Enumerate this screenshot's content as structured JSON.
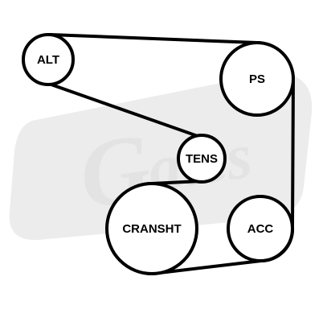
{
  "diagram": {
    "watermark": "Gates",
    "pulleys": {
      "alt": {
        "label": "ALT"
      },
      "ps": {
        "label": "PS"
      },
      "tens": {
        "label": "TENS"
      },
      "cranksht": {
        "label": "CRANSHT"
      },
      "acc": {
        "label": "ACC"
      }
    }
  },
  "colors": {
    "belt": "#000000",
    "pulley_fill": "#ffffff",
    "watermark": "#e3e3e3"
  }
}
